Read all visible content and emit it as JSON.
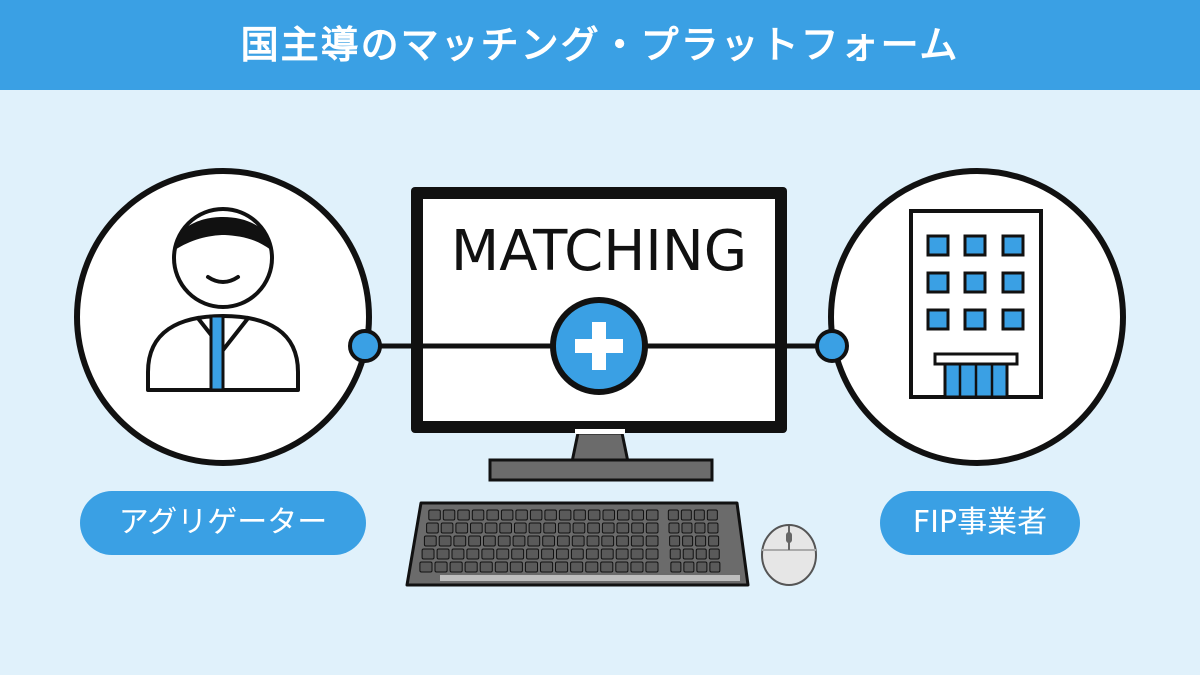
{
  "header": {
    "title": "国主導のマッチング・プラットフォーム"
  },
  "monitor": {
    "label": "MATCHING"
  },
  "labels": {
    "left": "アグリゲーター",
    "right": "FIP事業者"
  },
  "colors": {
    "accent": "#3aa0e4",
    "background": "#e0f1fb",
    "outline": "#111111",
    "key": "#6b6b6b"
  },
  "icons": {
    "person": "businessman-icon",
    "building": "office-building-icon",
    "plus": "plus-icon",
    "mouse": "mouse-icon",
    "keyboard": "keyboard-icon"
  }
}
